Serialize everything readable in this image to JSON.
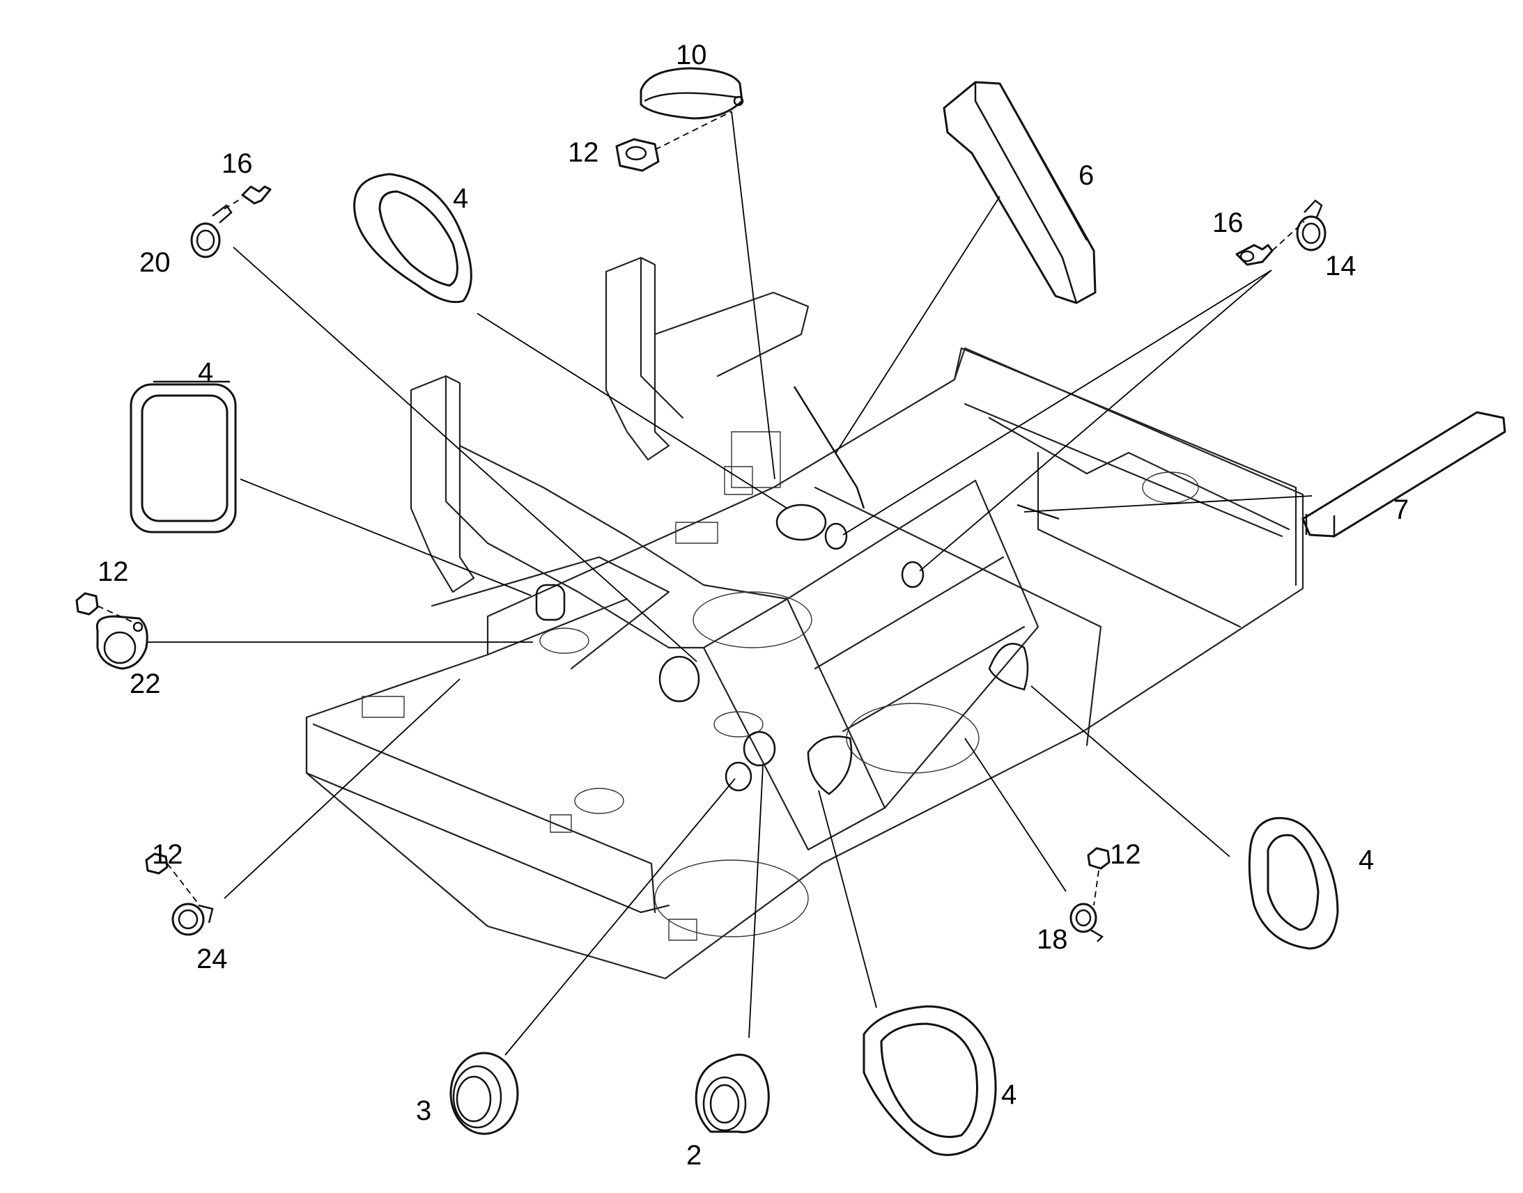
{
  "labels": {
    "l10": "10",
    "l12_top": "12",
    "l6": "6",
    "l16_left": "16",
    "l20": "20",
    "l4_topleft": "4",
    "l16_right": "16",
    "l14": "14",
    "l4_left": "4",
    "l7": "7",
    "l12_left": "12",
    "l22": "22",
    "l12_bottomleft": "12",
    "l24": "24",
    "l12_right": "12",
    "l18": "18",
    "l4_right": "4",
    "l3": "3",
    "l2": "2",
    "l4_bottom": "4"
  }
}
